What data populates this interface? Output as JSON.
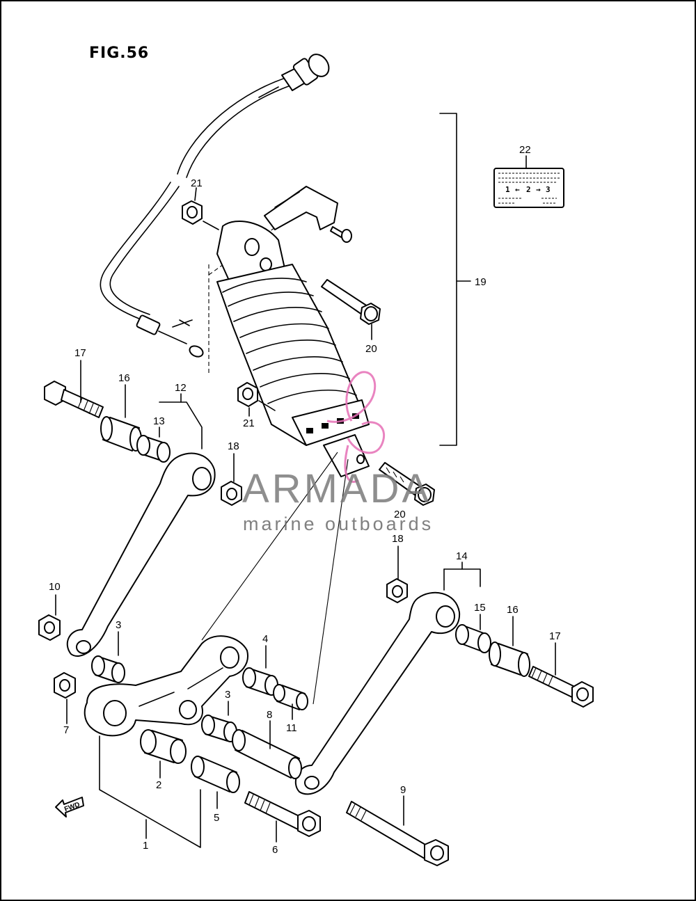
{
  "figure": {
    "title": "FIG.56"
  },
  "callouts": [
    {
      "id": "c1",
      "text": "1"
    },
    {
      "id": "c2",
      "text": "2"
    },
    {
      "id": "c3a",
      "text": "3"
    },
    {
      "id": "c3b",
      "text": "3"
    },
    {
      "id": "c4",
      "text": "4"
    },
    {
      "id": "c5",
      "text": "5"
    },
    {
      "id": "c6",
      "text": "6"
    },
    {
      "id": "c7",
      "text": "7"
    },
    {
      "id": "c8",
      "text": "8"
    },
    {
      "id": "c9",
      "text": "9"
    },
    {
      "id": "c10",
      "text": "10"
    },
    {
      "id": "c11",
      "text": "11"
    },
    {
      "id": "c12",
      "text": "12"
    },
    {
      "id": "c13",
      "text": "13"
    },
    {
      "id": "c14",
      "text": "14"
    },
    {
      "id": "c15",
      "text": "15"
    },
    {
      "id": "c16a",
      "text": "16"
    },
    {
      "id": "c16b",
      "text": "16"
    },
    {
      "id": "c17a",
      "text": "17"
    },
    {
      "id": "c17b",
      "text": "17"
    },
    {
      "id": "c18a",
      "text": "18"
    },
    {
      "id": "c18b",
      "text": "18"
    },
    {
      "id": "c19",
      "text": "19"
    },
    {
      "id": "c20a",
      "text": "20"
    },
    {
      "id": "c20b",
      "text": "20"
    },
    {
      "id": "c21a",
      "text": "21"
    },
    {
      "id": "c21b",
      "text": "21"
    },
    {
      "id": "c22",
      "text": "22"
    }
  ],
  "label_plate": {
    "sequence": [
      "1",
      "←",
      "2",
      "→",
      "3"
    ]
  },
  "fwd_arrow": {
    "text": "FWD"
  },
  "watermark": {
    "main": "ARMADA",
    "sub": "marine outboards",
    "main_color": "#7a7a7a",
    "accent_color": "#e56fb5"
  }
}
